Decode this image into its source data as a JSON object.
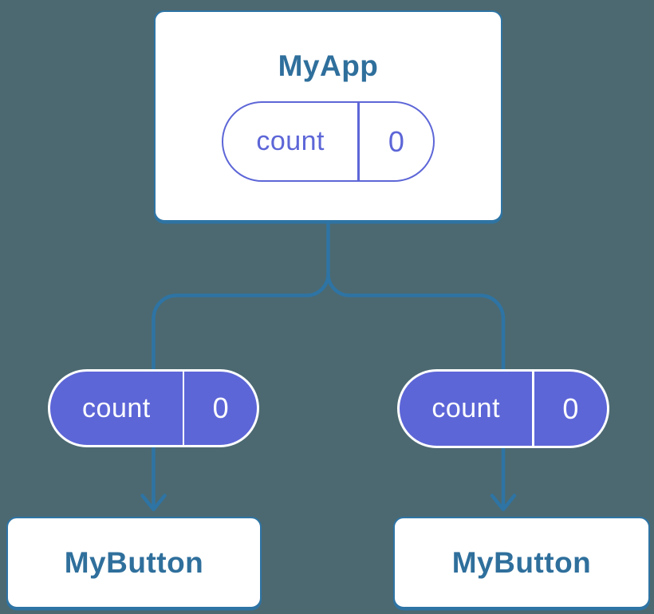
{
  "colors": {
    "bg": "#4C6971",
    "line": "#2E74A4",
    "node-bg": "#FFFFFF",
    "title-text": "#2F6F9C",
    "purple": "#5D66D7",
    "pill-text-light": "#FFFFFF"
  },
  "tree": {
    "root": {
      "title": "MyApp",
      "state": {
        "name": "count",
        "value": "0"
      }
    },
    "children": [
      {
        "title": "MyButton",
        "state": {
          "name": "count",
          "value": "0"
        }
      },
      {
        "title": "MyButton",
        "state": {
          "name": "count",
          "value": "0"
        }
      }
    ]
  }
}
